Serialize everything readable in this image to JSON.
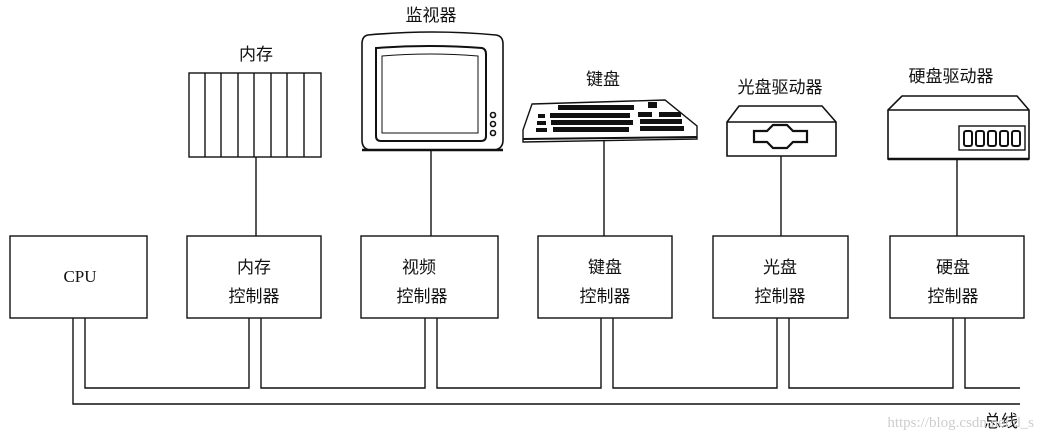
{
  "devices": [
    {
      "id": "memory",
      "label": "内存"
    },
    {
      "id": "monitor",
      "label": "监视器"
    },
    {
      "id": "keyboard",
      "label": "键盘"
    },
    {
      "id": "cdrom",
      "label": "光盘驱动器"
    },
    {
      "id": "hdd",
      "label": "硬盘驱动器"
    }
  ],
  "controllers": [
    {
      "id": "cpu",
      "lines": [
        "CPU"
      ]
    },
    {
      "id": "memory",
      "lines": [
        "内存",
        "控制器"
      ]
    },
    {
      "id": "video",
      "lines": [
        "视频",
        "控制器"
      ]
    },
    {
      "id": "keyboard",
      "lines": [
        "键盘",
        "控制器"
      ]
    },
    {
      "id": "cdrom",
      "lines": [
        "光盘",
        "控制器"
      ]
    },
    {
      "id": "hdd",
      "lines": [
        "硬盘",
        "控制器"
      ]
    }
  ],
  "bus": {
    "label": "总线"
  },
  "watermark": "https://blog.csdn.net/d_s"
}
